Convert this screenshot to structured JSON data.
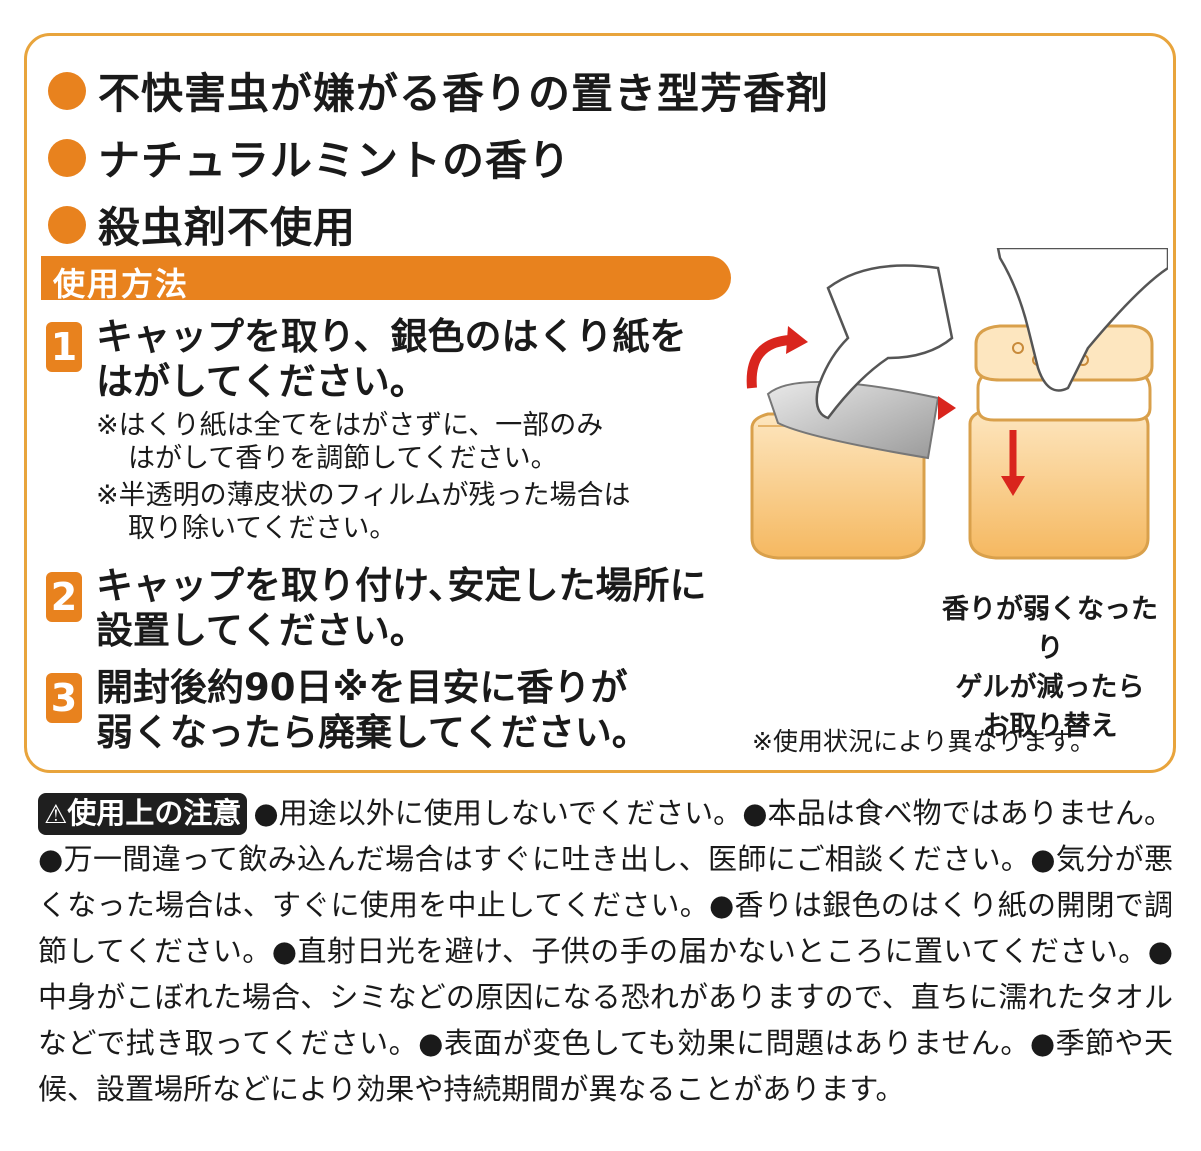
{
  "features": [
    "不快害虫が嫌がる香りの置き型芳香剤",
    "ナチュラルミントの香り",
    "殺虫剤不使用"
  ],
  "usage_heading": "使用方法",
  "steps": [
    {
      "num": "1",
      "line1": "キャップを取り、銀色のはくり紙を",
      "line2": "はがしてください。"
    },
    {
      "num": "2",
      "line1": "キャップを取り付け､安定した場所に",
      "line2": "設置してください。"
    },
    {
      "num": "3",
      "line1": "開封後約90日※を目安に香りが",
      "line2": "弱くなったら廃棄してください。"
    }
  ],
  "step1_notes": [
    "※はくり紙は全てをはがさずに、一部のみ",
    "はがして香りを調節してください。",
    "※半透明の薄皮状のフィルムが残った場合は",
    "取り除いてください。"
  ],
  "replace_label": [
    "香りが弱くなったり",
    "ゲルが減ったら",
    "お取り替え"
  ],
  "usage_note": "※使用状況により異なります。",
  "warning": {
    "badge_icon": "warning-triangle-icon",
    "badge": "使用上の注意",
    "text": "●用途以外に使用しないでください。●本品は食べ物ではありません。●万一間違って飲み込んだ場合はすぐに吐き出し、医師にご相談ください。●気分が悪くなった場合は、すぐに使用を中止してください。●香りは銀色のはくり紙の開閉で調節してください。●直射日光を避け、子供の手の届かないところに置いてください。●中身がこぼれた場合、シミなどの原因になる恐れがありますので、直ちに濡れたタオルなどで拭き取ってください。●表面が変色しても効果に問題はありません。●季節や天候、設置場所などにより効果や持続期間が異なることがあります。"
  },
  "colors": {
    "accent": "#e8821e",
    "border": "#e8a43c",
    "arrow": "#d9251d",
    "container": "#f7c77a"
  }
}
